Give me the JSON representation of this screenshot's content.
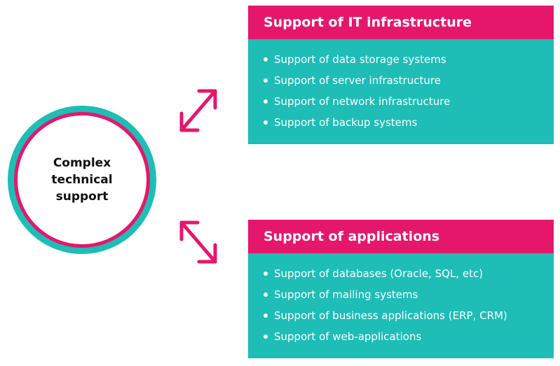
{
  "center": {
    "label": "Complex\ntechnical\nsupport"
  },
  "panels": [
    {
      "title": "Support of IT infrastructure",
      "items": [
        "Support of data storage systems",
        "Support of server infrastructure",
        "Support of network infrastructure",
        "Support of backup systems"
      ]
    },
    {
      "title": "Support of applications",
      "items": [
        "Support of databases (Oracle, SQL, etc)",
        "Support of mailing systems",
        "Support of business applications (ERP, CRM)",
        "Support of web-applications"
      ]
    }
  ],
  "colors": {
    "accent_pink": "#e5176b",
    "accent_teal": "#1ebdb6",
    "text_dark": "#111111",
    "background": "#ffffff"
  },
  "icons": {
    "arrow_top": "double-arrow-diagonal-up-icon",
    "arrow_bottom": "double-arrow-diagonal-down-icon"
  }
}
